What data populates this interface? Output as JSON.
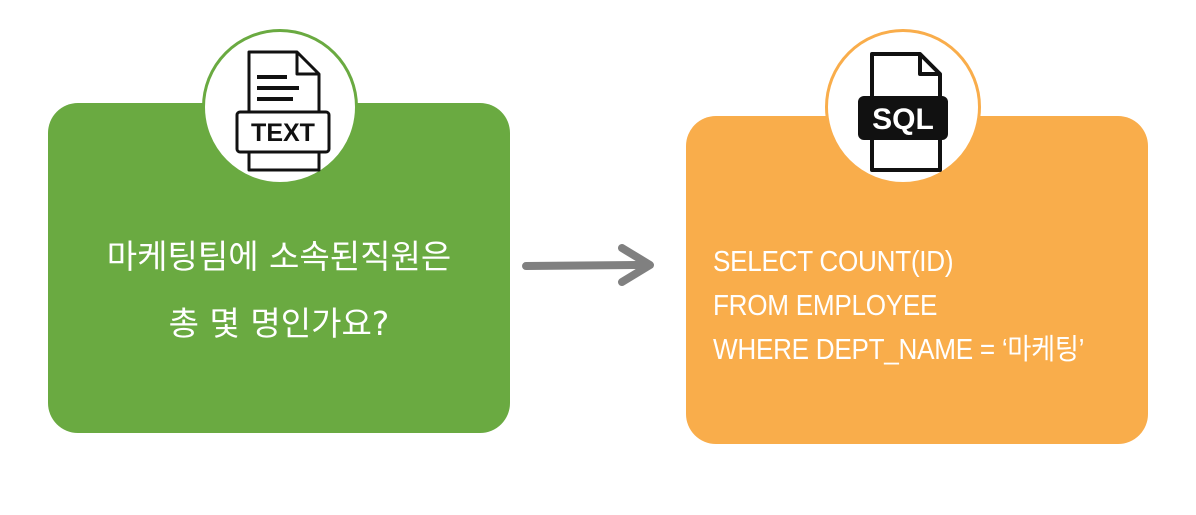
{
  "text_card": {
    "icon_label": "TEXT",
    "question_line1": "마케팅팀에 소속된직원은",
    "question_line2": "총 몇 명인가요?",
    "color": "#6aaa41"
  },
  "sql_card": {
    "icon_label": "SQL",
    "line1": "SELECT COUNT(ID)",
    "line2": "FROM EMPLOYEE",
    "line3": "WHERE DEPT_NAME = ‘마케팅’",
    "color": "#f9ad4b"
  },
  "arrow": {
    "color": "#808080"
  }
}
